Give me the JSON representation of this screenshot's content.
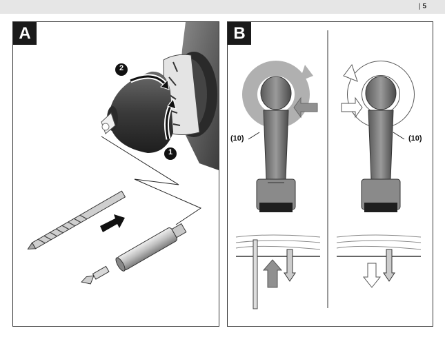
{
  "page": {
    "number": "5"
  },
  "panels": [
    {
      "label": "A",
      "steps": [
        "1",
        "2"
      ]
    },
    {
      "label": "B",
      "callout_left": "(10)",
      "callout_right": "(10)"
    }
  ]
}
